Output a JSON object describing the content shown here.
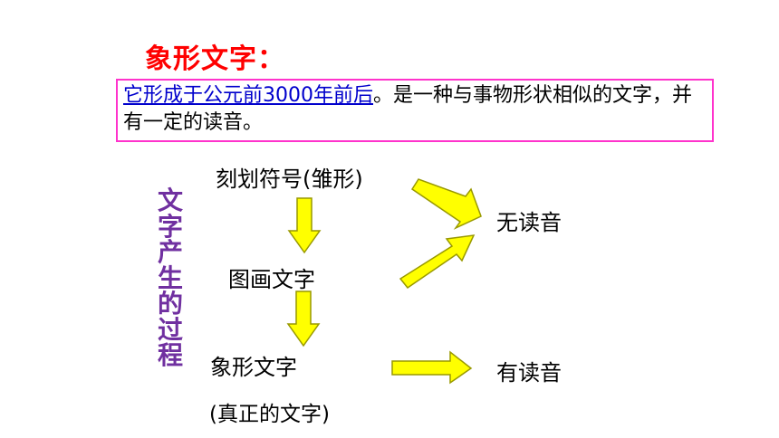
{
  "title": "象形文字：",
  "definition": {
    "link_text": "它形成于公元前3000年前后",
    "rest_text": "。是一种与事物形状相似的文字，并有一定的读音。"
  },
  "vertical_label": "文字产生的过程",
  "nodes": {
    "carved_symbols": "刻划符号(雏形)",
    "picture_writing": "图画文字",
    "pictograph": "象形文字",
    "true_writing": "(真正的文字)",
    "no_sound": "无读音",
    "has_sound": "有读音"
  },
  "colors": {
    "title": "#ff0000",
    "box_border": "#ff33cc",
    "link": "#0000cc",
    "vertical_label": "#7030a0",
    "arrow_fill": "#ffff00",
    "arrow_stroke": "#999900"
  }
}
